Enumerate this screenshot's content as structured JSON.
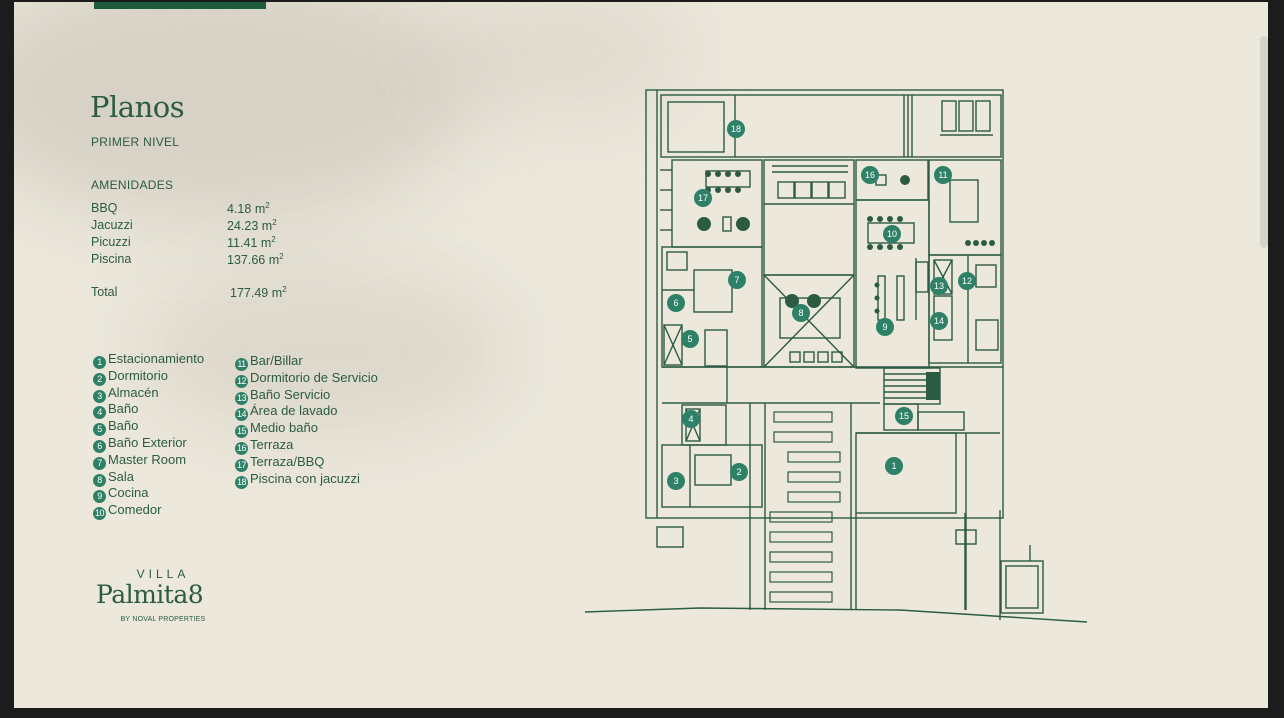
{
  "header": {
    "title": "Planos",
    "subtitle": "PRIMER NIVEL"
  },
  "amenities": {
    "heading": "AMENIDADES",
    "unit": "m",
    "unit_exp": "2",
    "items": [
      {
        "name": "BBQ",
        "value": "4.18"
      },
      {
        "name": "Jacuzzi",
        "value": "24.23"
      },
      {
        "name": "Picuzzi",
        "value": "11.41"
      },
      {
        "name": "Piscina",
        "value": "137.66"
      }
    ],
    "total": {
      "name": "Total",
      "value": "177.49"
    }
  },
  "legend": [
    {
      "num": "1",
      "label": "Estacionamiento"
    },
    {
      "num": "2",
      "label": "Dormitorio"
    },
    {
      "num": "3",
      "label": "Almacén"
    },
    {
      "num": "4",
      "label": "Baño"
    },
    {
      "num": "5",
      "label": "Baño"
    },
    {
      "num": "6",
      "label": "Baño Exterior"
    },
    {
      "num": "7",
      "label": "Master Room"
    },
    {
      "num": "8",
      "label": "Sala"
    },
    {
      "num": "9",
      "label": "Cocina"
    },
    {
      "num": "10",
      "label": "Comedor"
    },
    {
      "num": "11",
      "label": "Bar/Billar"
    },
    {
      "num": "12",
      "label": "Dormitorio de Servicio"
    },
    {
      "num": "13",
      "label": "Baño Servicio"
    },
    {
      "num": "14",
      "label": "Área de lavado"
    },
    {
      "num": "15",
      "label": "Medio baño"
    },
    {
      "num": "16",
      "label": "Terraza"
    },
    {
      "num": "17",
      "label": "Terraza/BBQ"
    },
    {
      "num": "18",
      "label": "Piscina con jacuzzi"
    }
  ],
  "logo": {
    "top": "VILLA",
    "main": "Palmita8",
    "sub": "BY NOVAL PROPERTIES"
  },
  "plan_markers": [
    "18",
    "17",
    "16",
    "11",
    "10",
    "7",
    "6",
    "12",
    "13",
    "5",
    "8",
    "9",
    "14",
    "15",
    "4",
    "2",
    "3",
    "1"
  ],
  "colors": {
    "accent": "#2c5b44",
    "marker": "#2e8067",
    "background": "#ece8dc"
  }
}
